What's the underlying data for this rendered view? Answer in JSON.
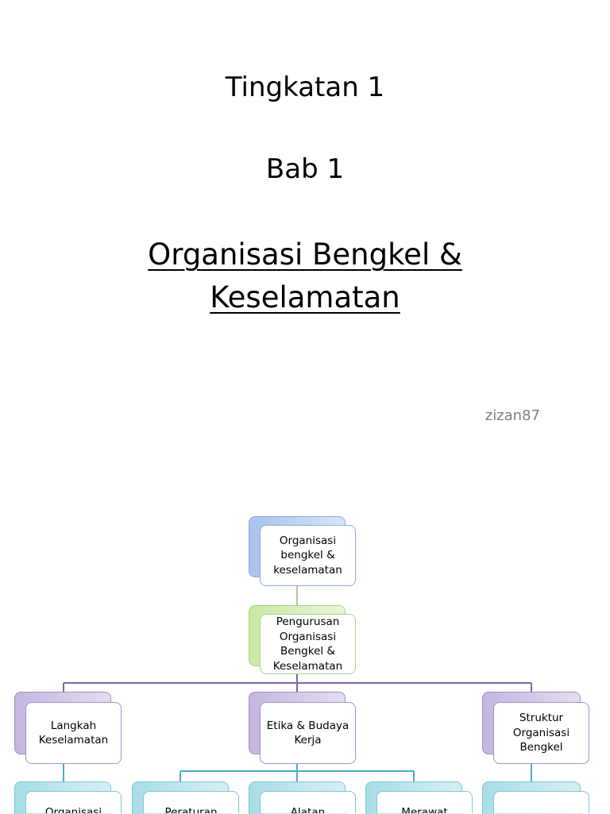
{
  "slide": {
    "line1": "Tingkatan 1",
    "line2": "Bab 1",
    "title_line1": "Organisasi Bengkel &",
    "title_line2": "Keselamatan",
    "author": "zizan87"
  },
  "chart": {
    "root": "Organisasi bengkel & keselamatan",
    "level2": "Pengurusan Organisasi Bengkel & Keselamatan",
    "level3": [
      "Langkah Keselamatan",
      "Etika & Budaya Kerja",
      "Struktur Organisasi Bengkel"
    ],
    "level4": [
      "Organisasi",
      "Peraturan",
      "Alatan",
      "Merawat",
      ""
    ]
  }
}
